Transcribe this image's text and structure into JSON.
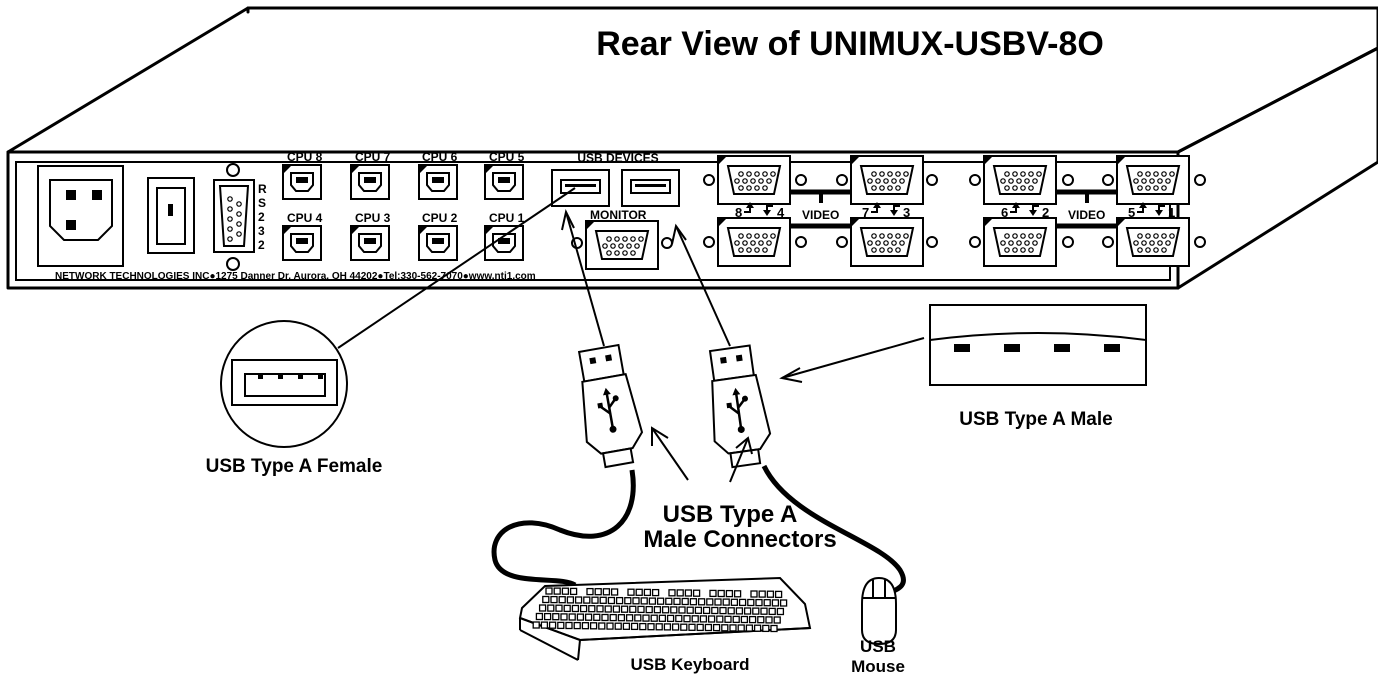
{
  "title": "Rear View of UNIMUX-USBV-8O",
  "chassis": {
    "cpu_ports": [
      "CPU 8",
      "CPU 7",
      "CPU 6",
      "CPU 5",
      "CPU 4",
      "CPU 3",
      "CPU 2",
      "CPU 1"
    ],
    "usb_devices_label": "USB DEVICES",
    "monitor_label": "MONITOR",
    "rs232_label": [
      "R",
      "S",
      "2",
      "3",
      "2"
    ],
    "video_label": "VIDEO",
    "video_port_numbers": [
      "8",
      "4",
      "7",
      "3",
      "6",
      "2",
      "5",
      "1"
    ],
    "footer_text": "NETWORK  TECHNOLOGIES INC●1275 Danner Dr, Aurora, OH 44202●Tel:330-562-7070●www.nti1.com"
  },
  "callouts": {
    "female": "USB Type A Female",
    "male": "USB Type A Male",
    "connectors_line1": "USB Type A",
    "connectors_line2": "Male Connectors",
    "keyboard": "USB  Keyboard",
    "mouse_line1": "USB",
    "mouse_line2": "Mouse"
  },
  "icons": [
    "power-inlet-icon",
    "power-switch-icon",
    "db9-serial-icon",
    "usb-b-port-icon",
    "usb-a-port-icon",
    "vga-port-icon",
    "usb-plug-icon",
    "keyboard-icon",
    "mouse-icon"
  ],
  "colors": {
    "line": "#000000",
    "background": "#ffffff"
  }
}
